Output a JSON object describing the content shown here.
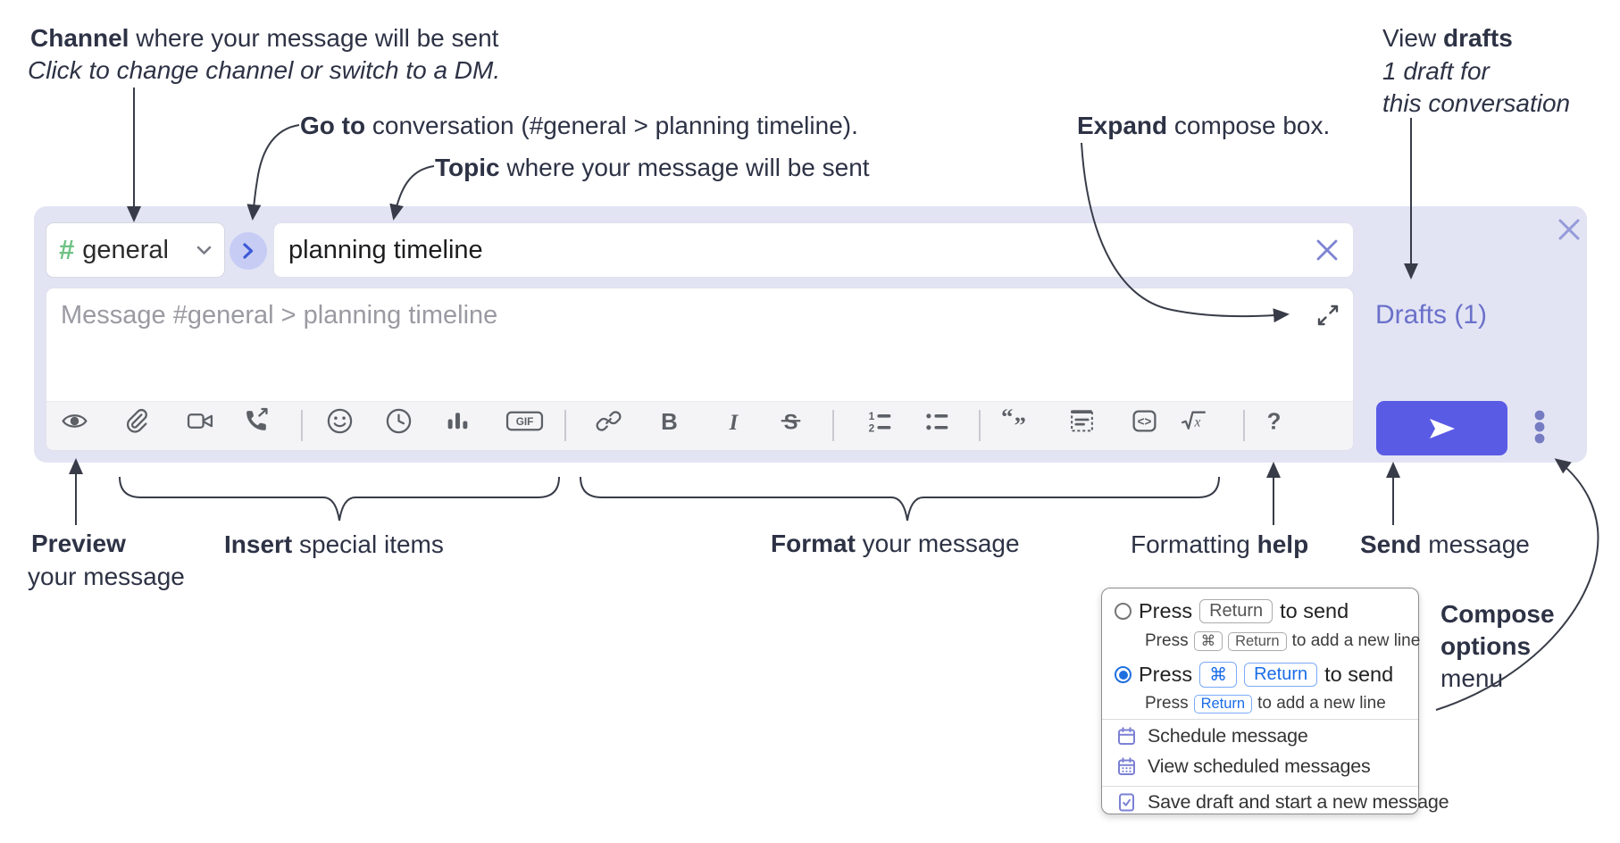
{
  "annotations": {
    "channel": {
      "bold": "Channel",
      "rest": " where your message will be sent",
      "line2": "Click to change channel or switch to a DM."
    },
    "goto": {
      "bold": "Go to",
      "rest": " conversation (#general > planning timeline)."
    },
    "topic": {
      "bold": "Topic",
      "rest": " where your message will be sent"
    },
    "expand": {
      "bold": "Expand",
      "rest": " compose box."
    },
    "view_drafts": {
      "rest": "View ",
      "bold": "drafts",
      "line2": "1 draft for",
      "line3": "this conversation"
    },
    "preview": {
      "bold": "Preview",
      "line2": "your message"
    },
    "insert": {
      "bold": "Insert",
      "rest": " special items"
    },
    "format": {
      "bold": "Format",
      "rest": " your message"
    },
    "formatting_help": {
      "rest": "Formatting ",
      "bold": "help"
    },
    "send": {
      "bold": "Send",
      "rest": " message"
    },
    "compose_options": {
      "line1": "Compose",
      "line2": "options",
      "line3": "menu"
    }
  },
  "compose": {
    "channel_hash": "#",
    "channel_name": "general",
    "topic_value": "planning timeline",
    "message_placeholder": "Message #general > planning timeline",
    "drafts_label": "Drafts (1)"
  },
  "toolbar": {
    "gif_label": "GIF",
    "icons": [
      "eye",
      "paperclip",
      "video-camera",
      "phone-call",
      "divider",
      "smiley",
      "clock",
      "bar-chart",
      "gif",
      "divider",
      "link",
      "bold",
      "italic",
      "strikethrough",
      "divider",
      "numbered-list",
      "bulleted-list",
      "divider",
      "quote",
      "spoiler",
      "code",
      "math",
      "divider",
      "question"
    ]
  },
  "menu": {
    "option1": {
      "selected": false,
      "press": "Press",
      "key1": "Return",
      "tail": "to send",
      "sub_press": "Press",
      "sub_key1": "⌘",
      "sub_key2": "Return",
      "sub_tail": "to add a new line"
    },
    "option2": {
      "selected": true,
      "press": "Press",
      "key1": "⌘",
      "key2": "Return",
      "tail": "to send",
      "sub_press": "Press",
      "sub_key1": "Return",
      "sub_tail": "to add a new line"
    },
    "items": [
      {
        "icon": "calendar-icon",
        "label": "Schedule message"
      },
      {
        "icon": "calendar-grid-icon",
        "label": "View scheduled messages"
      },
      {
        "icon": "draft-save-icon",
        "label": "Save draft and start a new message"
      }
    ]
  },
  "colors": {
    "compose_bg": "#e2e4f4",
    "send_button": "#5a5be5",
    "drafts_link": "#6b71c9",
    "channel_hash_green": "#6ec184",
    "icon_gray": "#5c6066",
    "purple_icon": "#7b80d4",
    "radio_selected_blue": "#1f6fe0",
    "annotation_text": "#2d3245"
  }
}
